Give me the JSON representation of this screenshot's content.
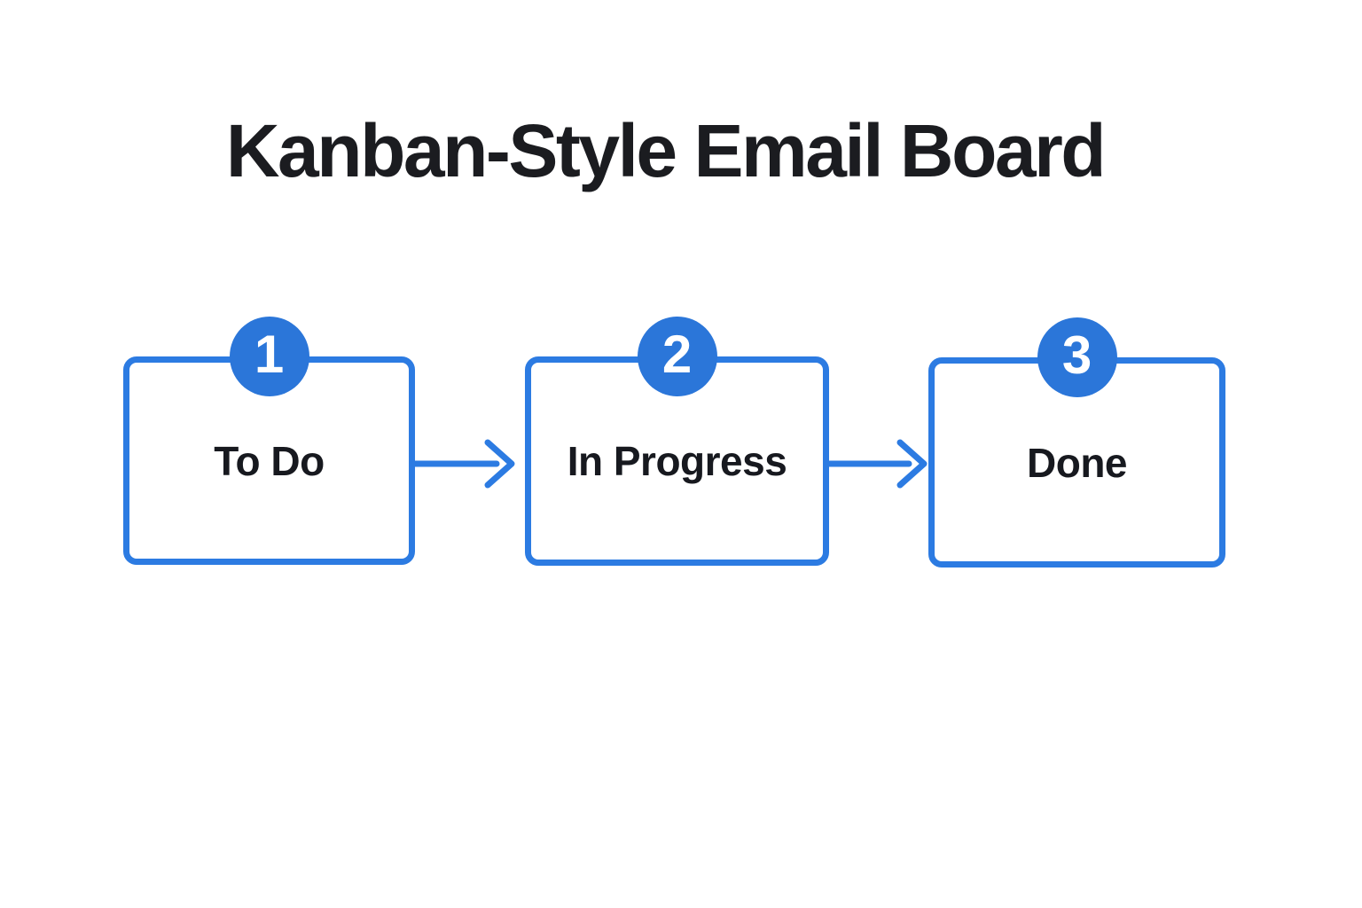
{
  "title": "Kanban-Style Email Board",
  "colors": {
    "accent": "#2c7be2",
    "badge_fill": "#2b76d9",
    "badge_text": "#ffffff",
    "title_text": "#1b1c20",
    "box_text": "#17191f",
    "background": "#ffffff",
    "box_fill": "#ffffff"
  },
  "flow": {
    "direction": "left-to-right",
    "connector": "arrow-right",
    "steps": [
      {
        "number": "1",
        "label": "To Do"
      },
      {
        "number": "2",
        "label": "In Progress"
      },
      {
        "number": "3",
        "label": "Done"
      }
    ]
  }
}
